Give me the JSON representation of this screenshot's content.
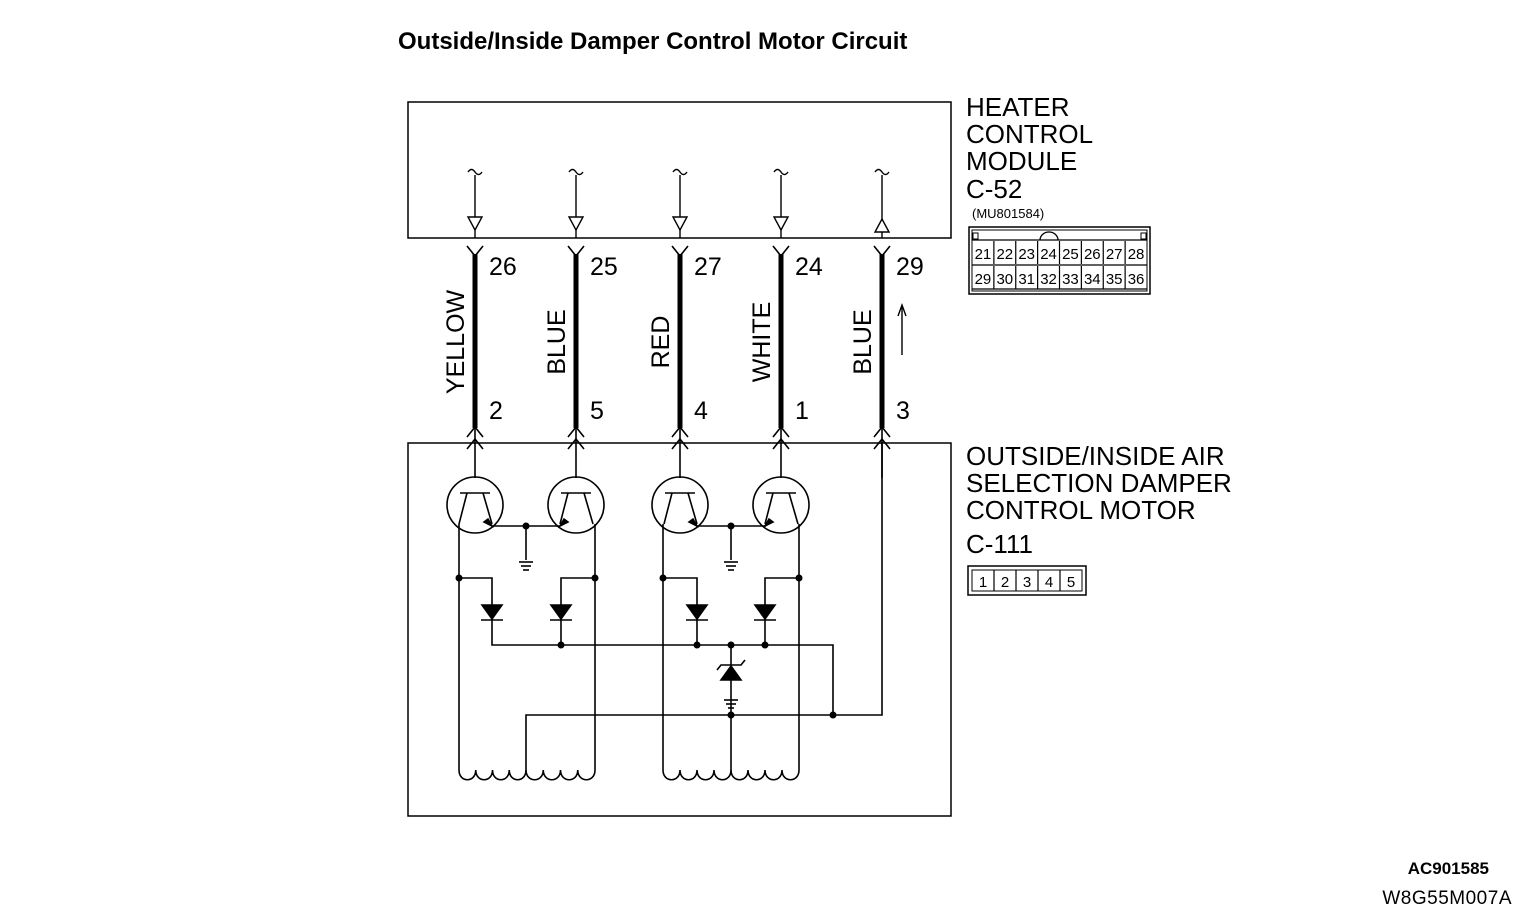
{
  "title": "Outside/Inside Damper Control Motor Circuit",
  "heater_module": {
    "name_lines": [
      "HEATER",
      "CONTROL",
      "MODULE"
    ],
    "connector": "C-52",
    "part_number": "(MU801584)",
    "pin_rows": [
      [
        "21",
        "22",
        "23",
        "24",
        "25",
        "26",
        "27",
        "28"
      ],
      [
        "29",
        "30",
        "31",
        "32",
        "33",
        "34",
        "35",
        "36"
      ]
    ]
  },
  "motor": {
    "name_lines": [
      "OUTSIDE/INSIDE AIR",
      "SELECTION DAMPER",
      "CONTROL MOTOR"
    ],
    "connector": "C-111",
    "pins": [
      "1",
      "2",
      "3",
      "4",
      "5"
    ]
  },
  "wires": [
    {
      "color": "YELLOW",
      "module_pin": "26",
      "motor_pin": "2",
      "direction": "in"
    },
    {
      "color": "BLUE",
      "module_pin": "25",
      "motor_pin": "5",
      "direction": "in"
    },
    {
      "color": "RED",
      "module_pin": "27",
      "motor_pin": "4",
      "direction": "in"
    },
    {
      "color": "WHITE",
      "module_pin": "24",
      "motor_pin": "1",
      "direction": "in"
    },
    {
      "color": "BLUE",
      "module_pin": "29",
      "motor_pin": "3",
      "direction": "out"
    }
  ],
  "figure_code": "AC901585",
  "drawing_code": "W8G55M007A"
}
